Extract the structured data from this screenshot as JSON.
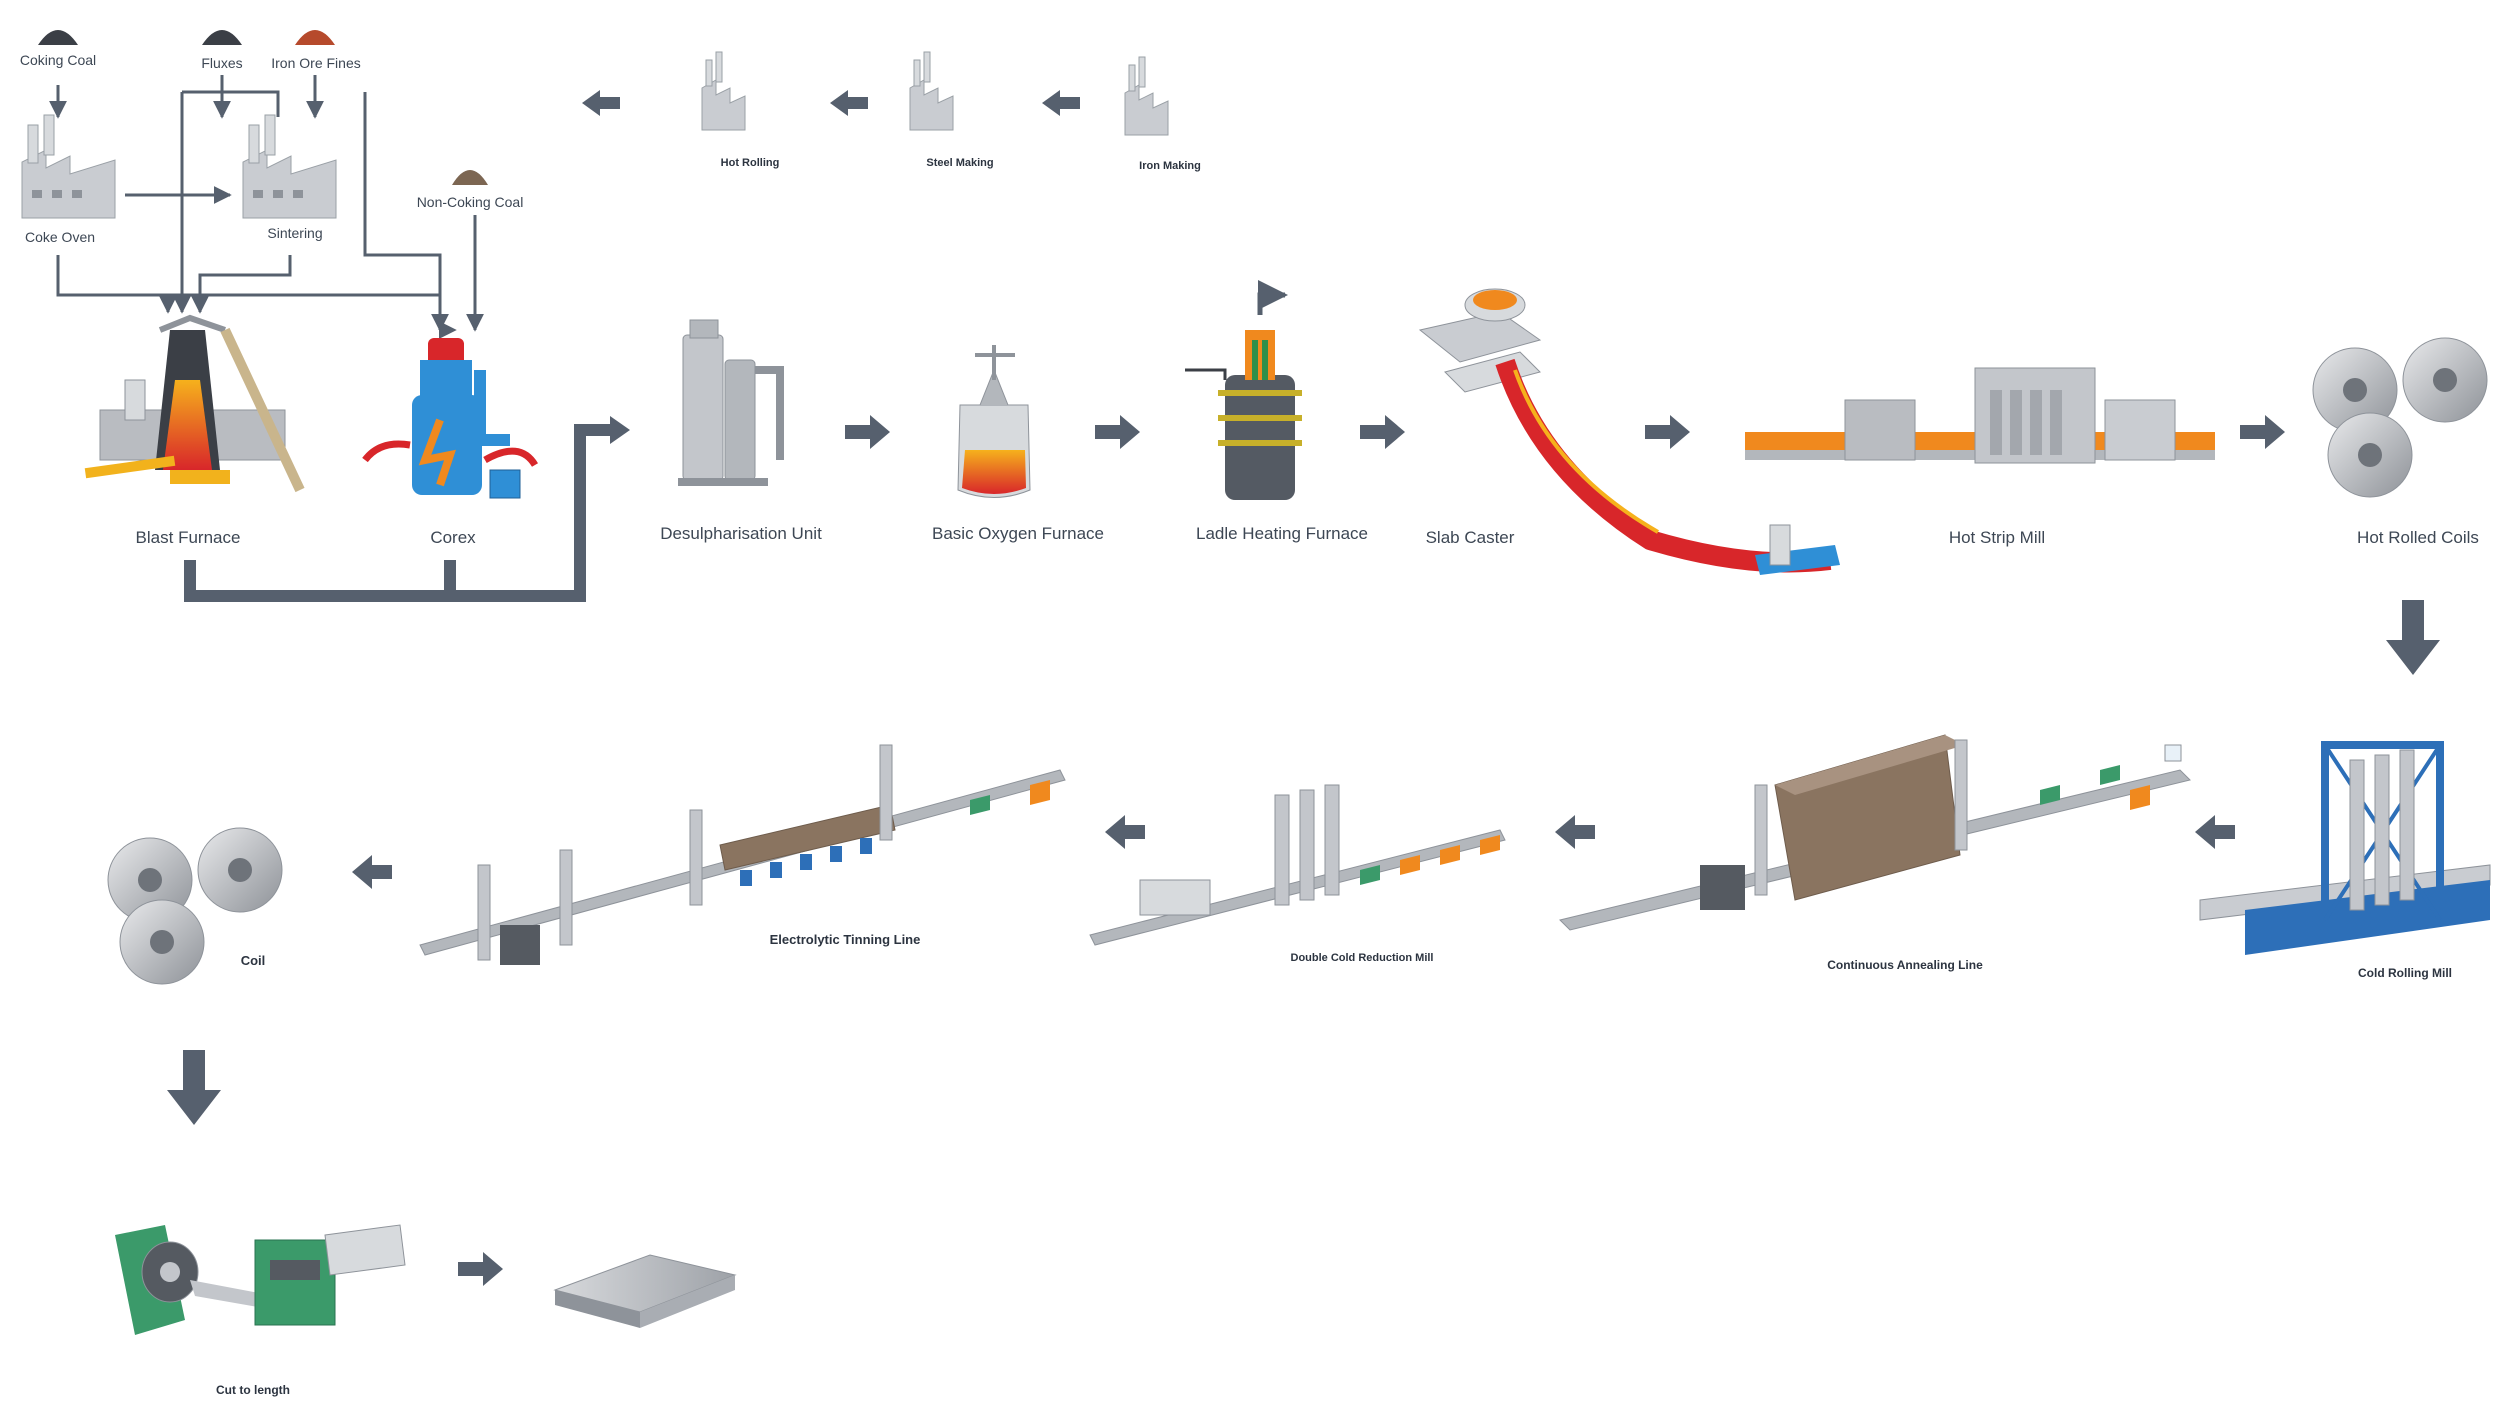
{
  "legend": {
    "iron_making": "Iron Making",
    "steel_making": "Steel Making",
    "hot_rolling": "Hot Rolling"
  },
  "raw_materials": {
    "coking_coal": "Coking Coal",
    "fluxes": "Fluxes",
    "iron_ore_fines": "Iron Ore Fines",
    "non_coking_coal": "Non-Coking Coal"
  },
  "units": {
    "coke_oven": "Coke Oven",
    "sintering": "Sintering",
    "blast_furnace": "Blast Furnace",
    "corex": "Corex",
    "desulpharisation_unit": "Desulpharisation Unit",
    "basic_oxygen_furnace": "Basic Oxygen Furnace",
    "ladle_heating_furnace": "Ladle Heating Furnace",
    "slab_caster": "Slab Caster",
    "hot_strip_mill": "Hot Strip Mill",
    "hot_rolled_coils": "Hot Rolled Coils",
    "cold_rolling_mill": "Cold Rolling Mill",
    "continuous_annealing_line": "Continuous Annealing Line",
    "double_cold_reduction_mill": "Double Cold Reduction Mill",
    "electrolytic_tinning_line": "Electrolytic Tinning Line",
    "coil": "Coil",
    "cut_to_length": "Cut to length"
  },
  "colors": {
    "arrow": "#56606e",
    "building": "#c9ccd1",
    "steel_grey": "#a9adb3",
    "hot_orange": "#f0891e",
    "molten_red": "#d8262a",
    "corex_blue": "#2f8fd6",
    "cold_mill_blue": "#2d6fb8",
    "annealing_brown": "#8a7460",
    "machine_green": "#3b9a6a",
    "text": "#3d4754"
  }
}
